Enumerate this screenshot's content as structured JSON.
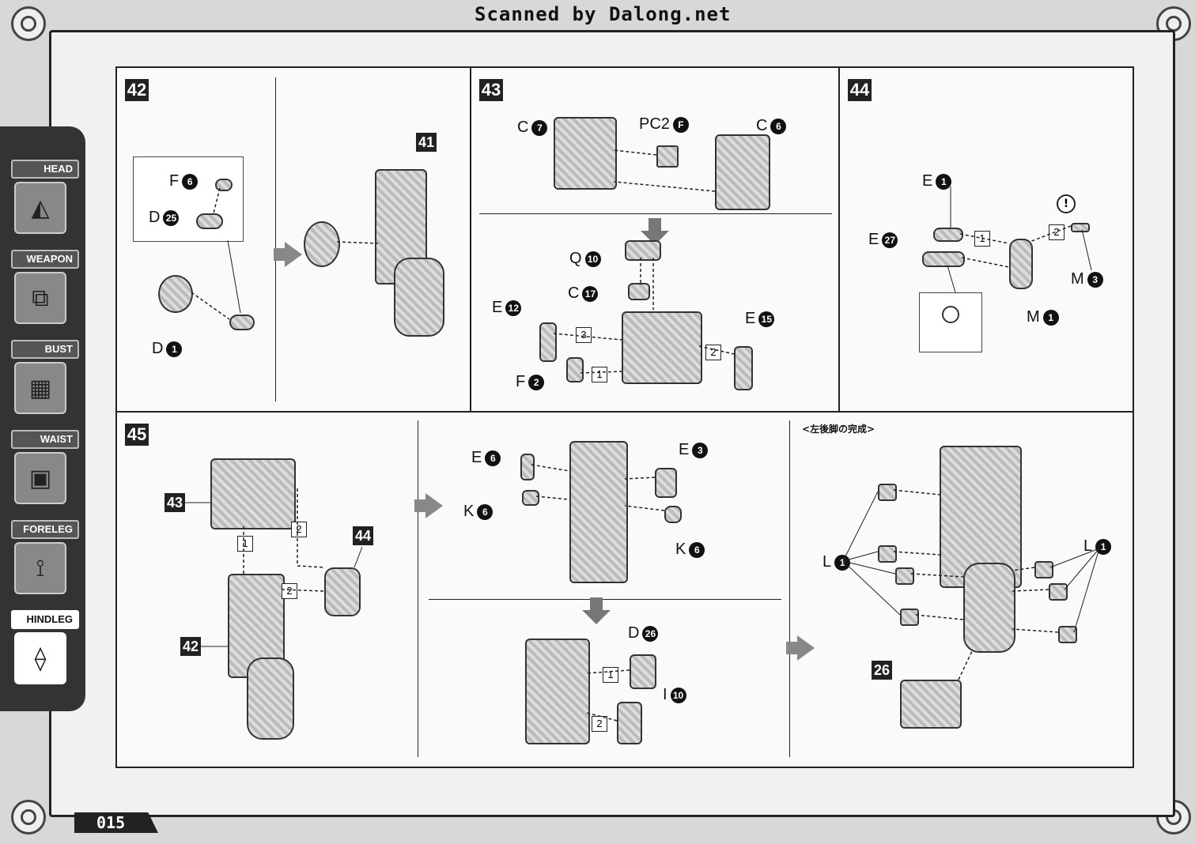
{
  "scan_credit": "Scanned by Dalong.net",
  "page_number": "015",
  "sidebar": {
    "tabs": [
      {
        "label": "HEAD",
        "icon": "head-part-icon"
      },
      {
        "label": "WEAPON",
        "icon": "weapon-part-icon"
      },
      {
        "label": "BUST",
        "icon": "bust-part-icon"
      },
      {
        "label": "WAIST",
        "icon": "waist-part-icon"
      },
      {
        "label": "FORELEG",
        "icon": "foreleg-part-icon"
      },
      {
        "label": "HINDLEG",
        "icon": "hindleg-part-icon",
        "active": true
      }
    ]
  },
  "steps": {
    "s42": {
      "number": "42",
      "callout": "41",
      "labels": {
        "f": "F",
        "f_no": "6",
        "d25": "D",
        "d25_no": "25",
        "d1": "D",
        "d1_no": "1"
      }
    },
    "s43": {
      "number": "43",
      "labels": {
        "c7": "C",
        "c7_no": "7",
        "pc2": "PC2",
        "pc2_no": "F",
        "c6": "C",
        "c6_no": "6",
        "q10": "Q",
        "q10_no": "10",
        "c17": "C",
        "c17_no": "17",
        "e12": "E",
        "e12_no": "12",
        "e15": "E",
        "e15_no": "15",
        "f2": "F",
        "f2_no": "2"
      },
      "seq": [
        "3",
        "2",
        "1"
      ]
    },
    "s44": {
      "number": "44",
      "labels": {
        "e1": "E",
        "e1_no": "1",
        "e27": "E",
        "e27_no": "27",
        "m3": "M",
        "m3_no": "3",
        "m1": "M",
        "m1_no": "1"
      },
      "seq": [
        "1",
        "2"
      ],
      "warning": "!"
    },
    "s45": {
      "number": "45",
      "callouts": {
        "c43": "43",
        "c44": "44",
        "c42": "42",
        "c26": "26"
      },
      "labels": {
        "e6": "E",
        "e6_no": "6",
        "e3": "E",
        "e3_no": "3",
        "k6a": "K",
        "k6a_no": "6",
        "k6b": "K",
        "k6b_no": "6",
        "d26": "D",
        "d26_no": "26",
        "i10": "I",
        "i10_no": "10",
        "l1a": "L",
        "l1a_no": "1",
        "l1b": "L",
        "l1b_no": "1"
      },
      "seq": [
        "1",
        "2",
        "2",
        "1",
        "2"
      ],
      "complete_caption": "<左後脚の完成>"
    }
  },
  "colors": {
    "frame": "#333333",
    "panel": "#fafafa",
    "accent_arrow": "#888888"
  }
}
